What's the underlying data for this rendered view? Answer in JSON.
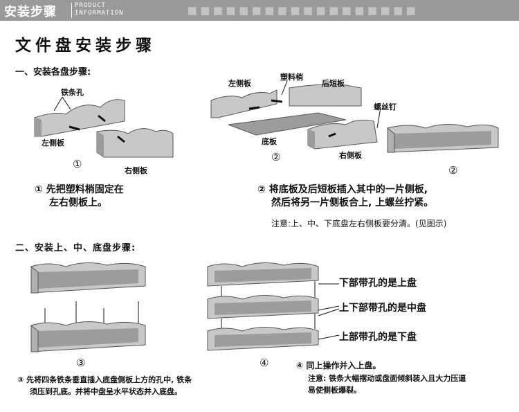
{
  "header": {
    "cn_title": "安装步骤",
    "en_line1": "PRODUCT",
    "en_line2": "INFORMATION"
  },
  "page_title": "文件盘安装步骤",
  "section1": {
    "heading": "一、安装各盘步骤:",
    "labels": {
      "iron_hole": "铁条孔",
      "left_panel": "左侧板",
      "right_panel": "右侧板",
      "left_panel_b": "左侧板",
      "plastic_pin": "塑料梢",
      "rear_panel": "后短板",
      "screw": "螺丝钉",
      "bottom_board": "底板",
      "right_panel_b": "右侧板"
    },
    "marks": {
      "m1": "①",
      "m2a": "②",
      "m2b": "②"
    },
    "step1": {
      "line1": "① 先把塑料梢固定在",
      "line2": "左右侧板上。"
    },
    "step2": {
      "line1": "② 将底板及后短板插入其中的一片侧板,",
      "line2": "然后将另一片侧板合上, 上螺丝拧紧。",
      "note": "注意:上、中、下底盘左右侧板要分清。(见图示)"
    }
  },
  "section2": {
    "heading": "二、安装上、中、底盘步骤:",
    "marks": {
      "m3": "③",
      "m4": "④"
    },
    "tray_labels": {
      "top": "下部带孔的是上盘",
      "mid": "上下部带孔的是中盘",
      "bottom": "上部带孔的是下盘"
    },
    "step3": {
      "line1": "③ 先将四条铁条垂直插入底盘侧板上方的孔中, 铁条",
      "line2": "须压到孔底。并将中盘呈水平状态并入底盘。"
    },
    "step4": {
      "line1": "④ 同上操作并入上盘。",
      "note1": "注意: 铁条大幅摆动或盘面倾斜装入且大力压逼",
      "note2": "易使侧板爆裂。"
    }
  },
  "colors": {
    "panel_fill": "#c8c8c8",
    "panel_dark": "#9c9c9c",
    "header_bg": "#9a9a9a",
    "text": "#111111"
  }
}
